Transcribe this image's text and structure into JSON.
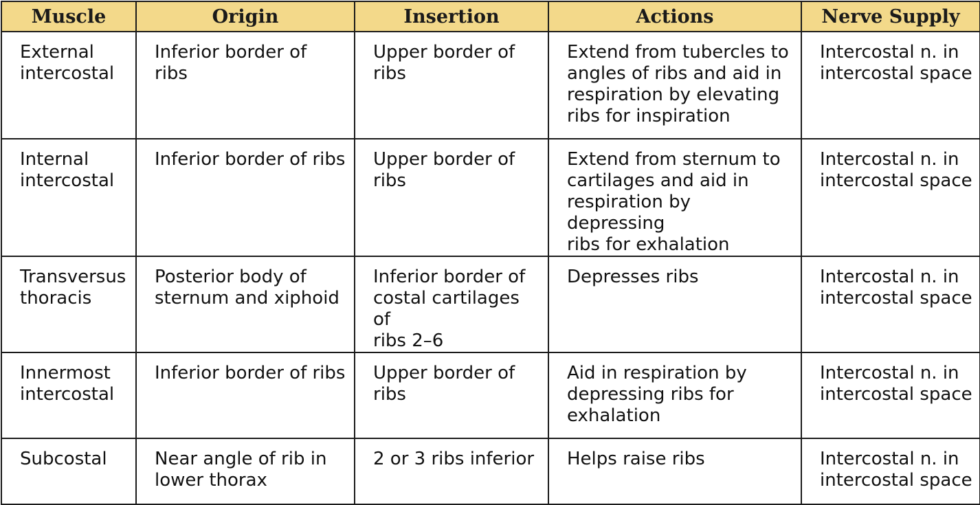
{
  "table": {
    "headers": [
      "Muscle",
      "Origin",
      "Insertion",
      "Actions",
      "Nerve Supply"
    ],
    "rows": [
      [
        "External\nintercostal",
        "Inferior border of\nribs",
        "Upper border of\nribs",
        "Extend from tubercles to\nangles of ribs and aid in\nrespiration by elevating\nribs for inspiration",
        "Intercostal n. in\nintercostal space"
      ],
      [
        "Internal\nintercostal",
        "Inferior border of ribs",
        "Upper border of\nribs",
        "Extend from sternum to\ncartilages and aid in\nrespiration by depressing\nribs for exhalation",
        "Intercostal n. in\nintercostal space"
      ],
      [
        "Transversus\nthoracis",
        "Posterior body of\nsternum and xiphoid",
        "Inferior border of\ncostal cartilages of\nribs 2–6",
        "Depresses ribs",
        "Intercostal n. in\nintercostal space"
      ],
      [
        "Innermost\nintercostal",
        "Inferior border of ribs",
        "Upper border of\nribs",
        "Aid in respiration by\ndepressing ribs for\nexhalation",
        "Intercostal n. in\nintercostal space"
      ],
      [
        "Subcostal",
        "Near angle of rib in\nlower thorax",
        "2 or 3 ribs inferior",
        "Helps raise ribs",
        "Intercostal n. in\nintercostal space"
      ]
    ]
  },
  "colors": {
    "header_bg": "#f3d98a",
    "border": "#1a1a1a",
    "text": "#111111"
  }
}
